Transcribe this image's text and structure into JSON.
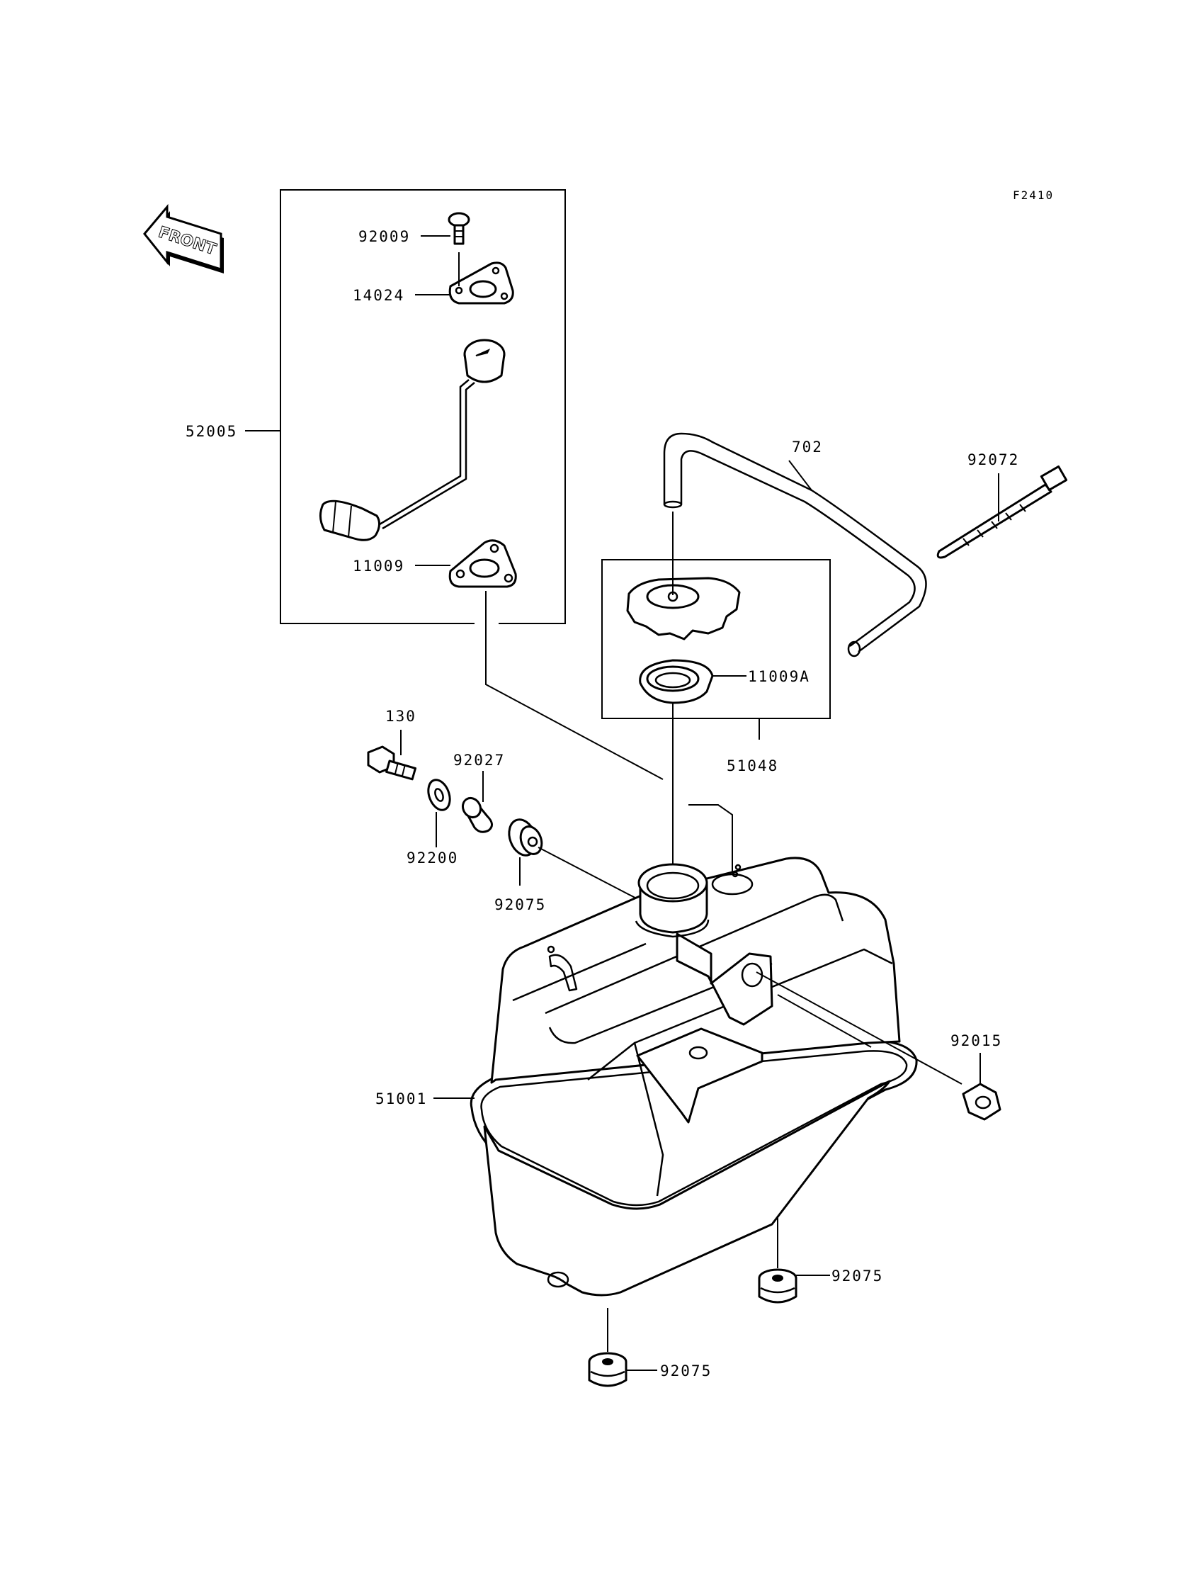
{
  "figure_code": "F2410",
  "front_label": "FRONT",
  "labels": {
    "p92009": "92009",
    "p14024": "14024",
    "p52005": "52005",
    "p11009": "11009",
    "p702": "702",
    "p92072": "92072",
    "p11009A": "11009A",
    "p51048": "51048",
    "p130": "130",
    "p92027": "92027",
    "p92200": "92200",
    "p92075a": "92075",
    "p92015": "92015",
    "p51001": "51001",
    "p92075b": "92075",
    "p92075c": "92075"
  }
}
